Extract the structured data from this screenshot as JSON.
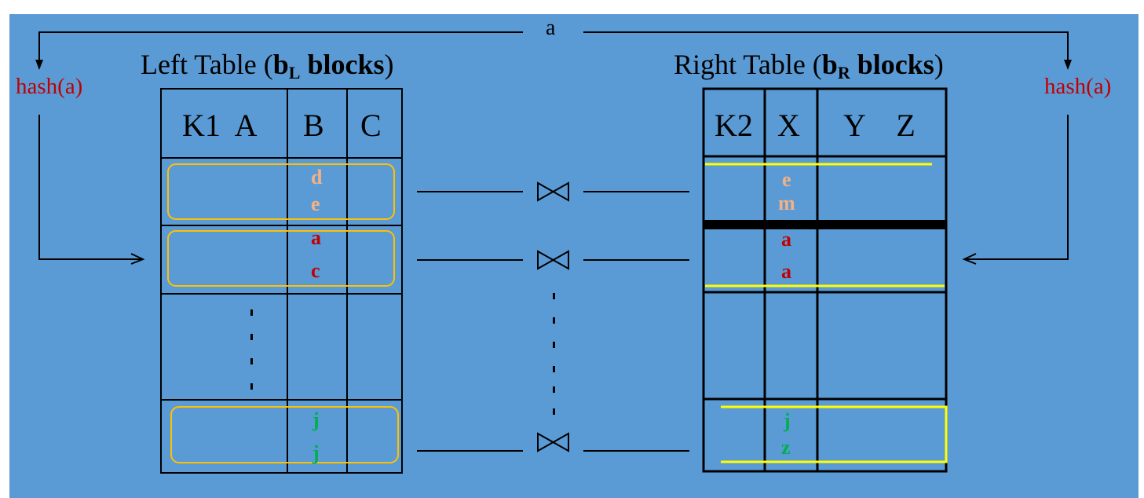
{
  "diagram": {
    "title": "Hash join of partitioned tables",
    "background_color": "#5B9BD5",
    "join_attribute_label": "a",
    "hash_function_left": "hash(a)",
    "hash_function_right": "hash(a)",
    "join_symbol": "⋈",
    "colors": {
      "line": "#000000",
      "hash_text": "#C00000",
      "left_bucket_outline": "#FFC000",
      "right_bucket_outline": "#FFFF00",
      "partition_1_values": "#F4B183",
      "partition_2_values": "#C00000",
      "partition_n_values": "#00B050"
    }
  },
  "left_table": {
    "title_prefix": "Left Table (",
    "title_b": "b",
    "title_sub": "L",
    "title_suffix_bold": " blocks",
    "title_close": ")",
    "headers": [
      "K1  A",
      "B",
      "C"
    ],
    "partitions": [
      {
        "values": [
          "d",
          "e"
        ],
        "color_key": "partition_1_values"
      },
      {
        "values": [
          "a",
          "c"
        ],
        "color_key": "partition_2_values"
      },
      {
        "values": [],
        "ellipsis": true
      },
      {
        "values": [
          "j",
          "j"
        ],
        "color_key": "partition_n_values"
      }
    ]
  },
  "right_table": {
    "title_prefix": "Right Table (",
    "title_b": "b",
    "title_sub": "R",
    "title_suffix_bold": " blocks",
    "title_close": ")",
    "headers": [
      "K2",
      "X",
      "Y    Z"
    ],
    "partitions": [
      {
        "values": [
          "e",
          "m"
        ],
        "color_key": "partition_1_values"
      },
      {
        "values": [
          "a",
          "a"
        ],
        "color_key": "partition_2_values"
      },
      {
        "values": [],
        "ellipsis": false
      },
      {
        "values": [
          "j",
          "z"
        ],
        "color_key": "partition_n_values"
      }
    ]
  },
  "joins": [
    {
      "label": "⋈",
      "partition": 1
    },
    {
      "label": "⋈",
      "partition": 2
    },
    {
      "label": "⋈",
      "partition": "n"
    }
  ]
}
